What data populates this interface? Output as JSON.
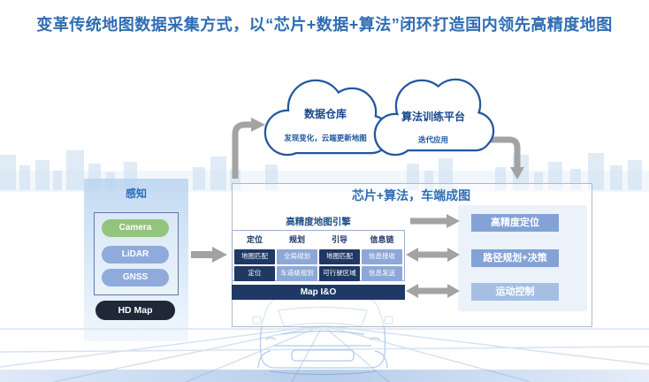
{
  "title": "变革传统地图数据采集方式，以“芯片+数据+算法”闭环打造国内领先高精度地图",
  "clouds": {
    "warehouse": {
      "title": "数据仓库",
      "subtitle": "发现变化，云端更新地图"
    },
    "training": {
      "title": "算法训练平台",
      "subtitle": "迭代应用"
    }
  },
  "perception": {
    "title": "感知",
    "sensors": [
      {
        "label": "Camera"
      },
      {
        "label": "LiDAR"
      },
      {
        "label": "GNSS"
      }
    ],
    "hd_map_label": "HD Map"
  },
  "vehicle_box": {
    "title": "芯片+算法，车端成图",
    "engine": {
      "title": "高精度地图引擎",
      "columns": [
        {
          "header": "定位",
          "cells": [
            "地图匹配",
            "定位"
          ]
        },
        {
          "header": "规划",
          "cells": [
            "全局规划",
            "车道级规划"
          ]
        },
        {
          "header": "引导",
          "cells": [
            "地图匹配",
            "可行驶区域"
          ]
        },
        {
          "header": "信息链",
          "cells": [
            "信息接收",
            "信息发送"
          ]
        }
      ],
      "io_bar": "Map I&O"
    },
    "outputs": [
      {
        "label": "高精度定位"
      },
      {
        "label": "路径规划+决策"
      },
      {
        "label": "运动控制"
      }
    ]
  },
  "colors": {
    "title_blue": "#2F6CB3",
    "cloud_outline": "#2457A0",
    "dark_navy": "#1F3864",
    "light_cell_blue": "#8CA8D8",
    "green_pill": "#92C47E",
    "blue_pill": "#8FABDC",
    "hd_map_dark": "#1E2836",
    "output_button_blue": "#83A3D6",
    "arrow_gray": "#A3A3A3"
  }
}
